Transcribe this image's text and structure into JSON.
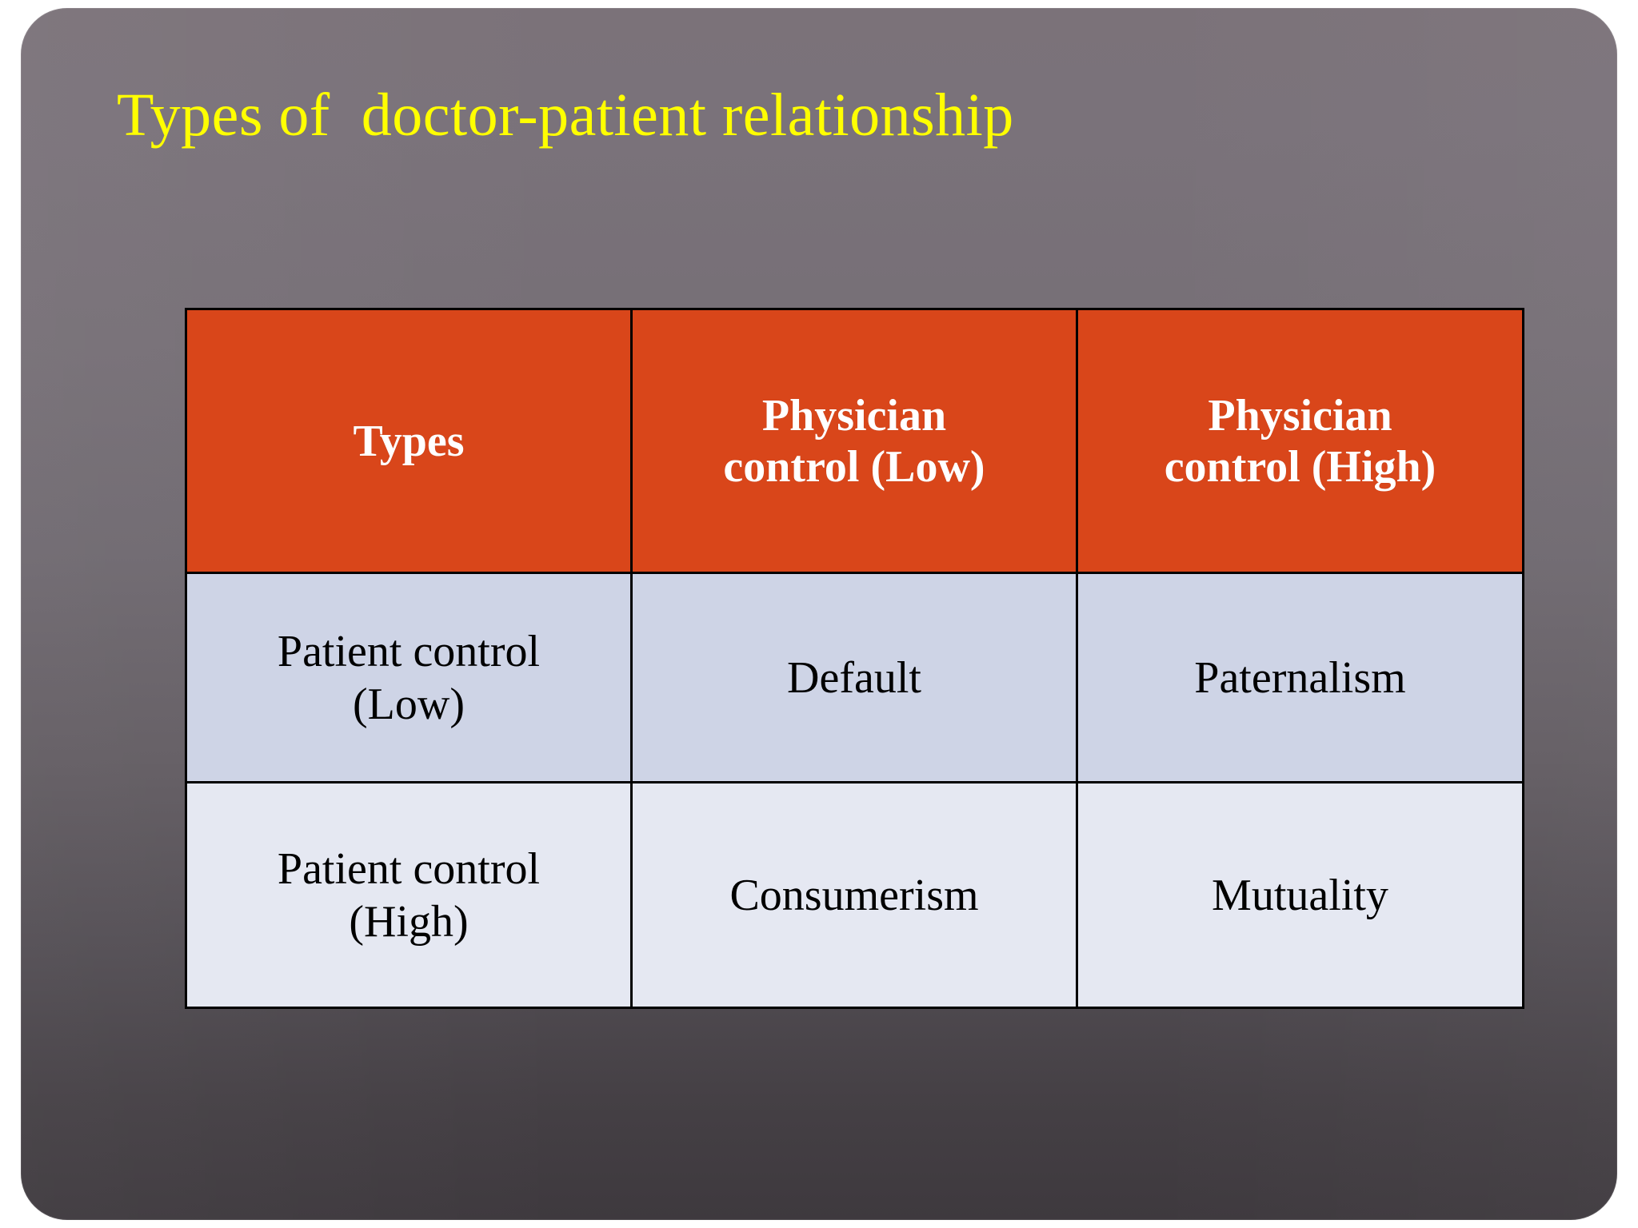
{
  "slide": {
    "title": "Types of  doctor-patient relationship",
    "background_top_color": "#7b7279",
    "background_bottom_color": "#3e393e",
    "title_color": "#ffff00"
  },
  "table": {
    "header_bg_color": "#d9461a",
    "header_text_color": "#ffffff",
    "row1_bg_color": "#ced4e6",
    "row2_bg_color": "#e5e8f2",
    "border_color": "#000000",
    "headers": [
      {
        "line1": "Types",
        "line2": ""
      },
      {
        "line1": "Physician",
        "line2": "control  (Low)"
      },
      {
        "line1": "Physician",
        "line2": "control  (High)"
      }
    ],
    "rows": [
      {
        "label_line1": "Patient control",
        "label_line2": "(Low)",
        "cells": [
          "Default",
          "Paternalism"
        ]
      },
      {
        "label_line1": "Patient control",
        "label_line2": "(High)",
        "cells": [
          "Consumerism",
          "Mutuality"
        ]
      }
    ]
  }
}
